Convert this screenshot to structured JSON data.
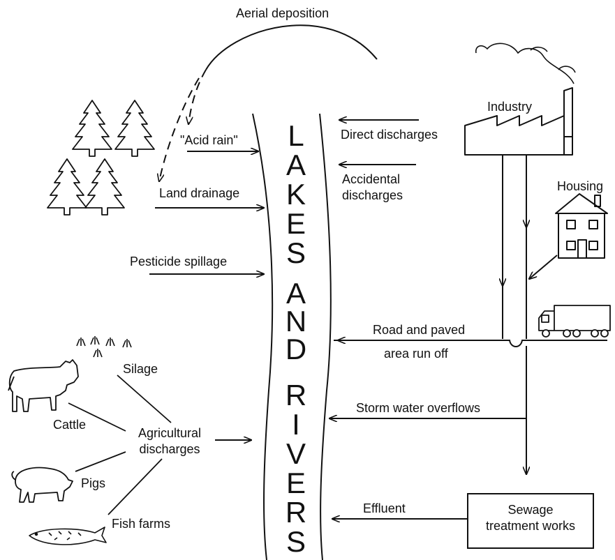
{
  "labels": {
    "aerial": "Aerial deposition",
    "acid_rain": "\"Acid rain\"",
    "land_drainage": "Land drainage",
    "pesticide": "Pesticide spillage",
    "silage": "Silage",
    "cattle": "Cattle",
    "agri_1": "Agricultural",
    "agri_2": "discharges",
    "pigs": "Pigs",
    "fish_farms": "Fish farms",
    "industry": "Industry",
    "direct": "Direct discharges",
    "accidental_1": "Accidental",
    "accidental_2": "discharges",
    "housing": "Housing",
    "road_1": "Road and paved",
    "road_2": "area run off",
    "storm": "Storm water overflows",
    "effluent": "Effluent",
    "sewage_1": "Sewage",
    "sewage_2": "treatment works"
  },
  "river_text": {
    "letters": [
      "L",
      "A",
      "K",
      "E",
      "S",
      "A",
      "N",
      "D",
      "R",
      "I",
      "V",
      "E",
      "R",
      "S"
    ]
  },
  "colors": {
    "ink": "#111111",
    "background": "#ffffff"
  }
}
